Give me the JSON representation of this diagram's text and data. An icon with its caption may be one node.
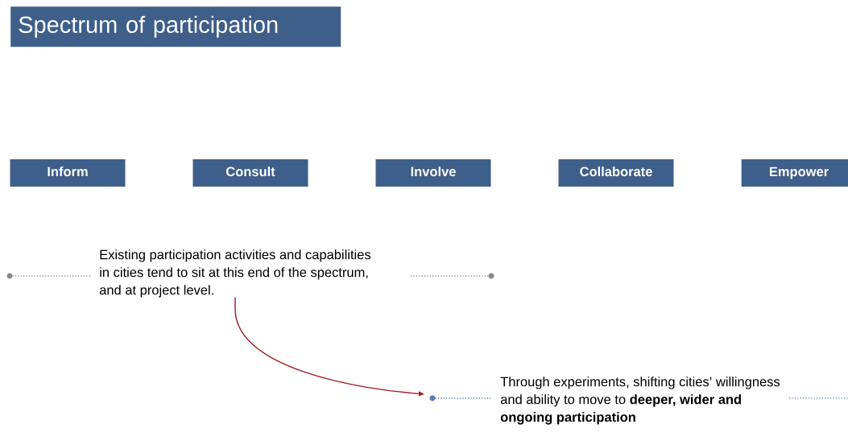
{
  "diagram": {
    "title": "Spectrum of participation",
    "nodes": [
      {
        "text": [
          "Inform"
        ]
      },
      {
        "text": [
          "Consult"
        ]
      },
      {
        "text": [
          "Involve"
        ]
      },
      {
        "text": [
          "Collaborate"
        ]
      },
      {
        "text": [
          "Empower"
        ]
      },
      {
        "text": [
          "Existing participation activities and capabilities in cities tend to sit at this end of the spectrum, and at project level."
        ]
      },
      {
        "text": [
          "Through experiments, shifting cities’ willingness and ability to move to **deeper, wider and ongoing participation**"
        ]
      }
    ],
    "edges": [
      {
        "from": 5,
        "to": 6,
        "arrow": "to",
        "color": "#a11b1f"
      }
    ]
  }
}
